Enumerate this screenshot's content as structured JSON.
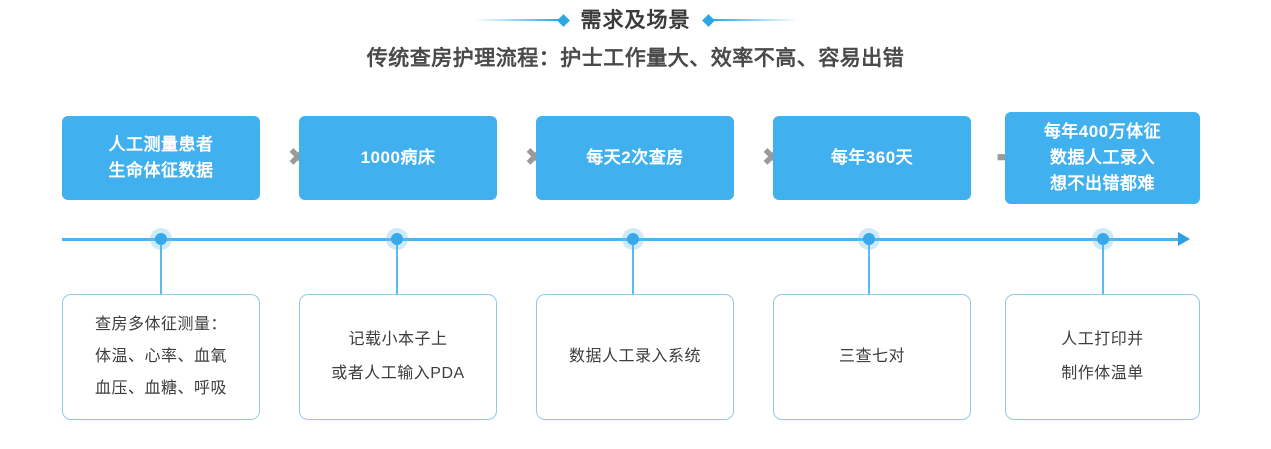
{
  "header": {
    "title": "需求及场景",
    "diamond_icon": "diamond-marker",
    "accent_color": "#2ba7e6"
  },
  "subtitle": {
    "text": "传统查房护理流程：护士工作量大、效率不高、容易出错"
  },
  "formula": {
    "box_color": "#41b0ef",
    "operator_color": "#9a9a9a",
    "boxes": [
      {
        "lines": [
          "人工测量患者",
          "生命体征数据"
        ]
      },
      {
        "lines": [
          "1000病床"
        ]
      },
      {
        "lines": [
          "每天2次查房"
        ]
      },
      {
        "lines": [
          "每年360天"
        ]
      },
      {
        "lines": [
          "每年400万体征",
          "数据人工录入",
          "想不出错都难"
        ]
      }
    ],
    "operators": [
      {
        "symbol": "✖",
        "name": "multiply"
      },
      {
        "symbol": "✖",
        "name": "multiply"
      },
      {
        "symbol": "✖",
        "name": "multiply"
      },
      {
        "symbol": "✚",
        "name": "plus"
      }
    ]
  },
  "timeline": {
    "axis_color": "#4cb3ee",
    "dot_color": "#35a9ec",
    "node_count": 5
  },
  "cards": [
    {
      "lines": [
        "查房多体征测量：",
        "体温、心率、血氧",
        "血压、血糖、呼吸"
      ]
    },
    {
      "lines": [
        "记载小本子上",
        "或者人工输入PDA"
      ]
    },
    {
      "lines": [
        "数据人工录入系统"
      ]
    },
    {
      "lines": [
        "三查七对"
      ]
    },
    {
      "lines": [
        "人工打印并",
        "制作体温单"
      ]
    }
  ]
}
